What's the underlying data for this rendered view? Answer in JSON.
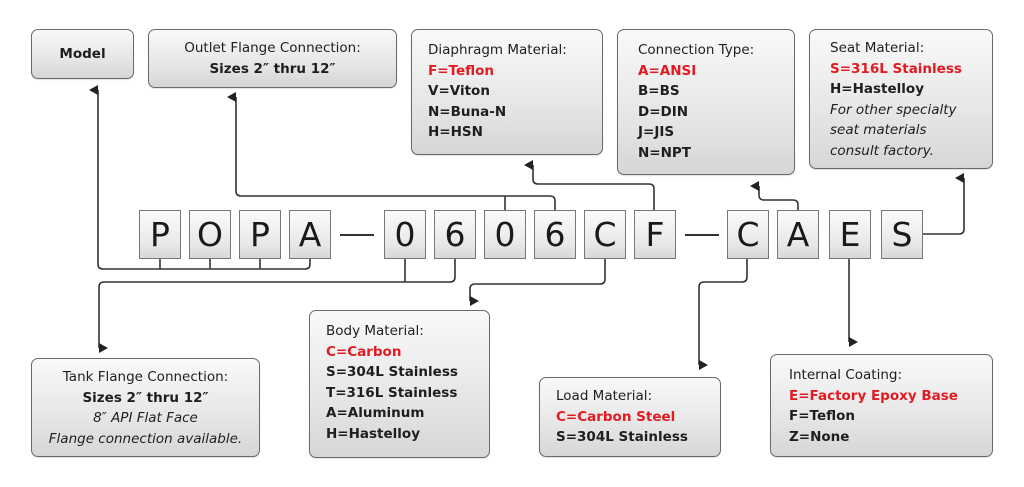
{
  "diagram": {
    "model_code": {
      "segments": [
        {
          "letters": [
            "P",
            "O",
            "P",
            "A"
          ]
        },
        {
          "letters": [
            "0",
            "6",
            "0",
            "6",
            "C",
            "F"
          ]
        },
        {
          "letters": [
            "C",
            "A",
            "E",
            "S"
          ]
        }
      ],
      "separator": "—"
    },
    "boxes": {
      "model": {
        "title": "Model"
      },
      "outlet": {
        "title": "Outlet Flange Connection:",
        "subtitle": "Sizes 2″ thru 12″"
      },
      "diaphragm": {
        "title": "Diaphragm Material:",
        "options": [
          {
            "text": "F=Teflon",
            "selected": true
          },
          {
            "text": "V=Viton",
            "selected": false
          },
          {
            "text": "N=Buna-N",
            "selected": false
          },
          {
            "text": "H=HSN",
            "selected": false
          }
        ]
      },
      "connection": {
        "title": "Connection Type:",
        "options": [
          {
            "text": "A=ANSI",
            "selected": true
          },
          {
            "text": "B=BS",
            "selected": false
          },
          {
            "text": "D=DIN",
            "selected": false
          },
          {
            "text": "J=JIS",
            "selected": false
          },
          {
            "text": "N=NPT",
            "selected": false
          }
        ]
      },
      "seat": {
        "title": "Seat Material:",
        "options": [
          {
            "text": "S=316L Stainless",
            "selected": true
          },
          {
            "text": "H=Hastelloy",
            "selected": false
          }
        ],
        "note": [
          "For other specialty",
          "seat materials",
          "consult factory."
        ]
      },
      "tank": {
        "title": "Tank Flange Connection:",
        "subtitle": "Sizes 2″ thru 12″",
        "note": [
          "8″ API Flat Face",
          "Flange connection available."
        ]
      },
      "body": {
        "title": "Body Material:",
        "options": [
          {
            "text": "C=Carbon",
            "selected": true
          },
          {
            "text": "S=304L Stainless",
            "selected": false
          },
          {
            "text": "T=316L Stainless",
            "selected": false
          },
          {
            "text": "A=Aluminum",
            "selected": false
          },
          {
            "text": "H=Hastelloy",
            "selected": false
          }
        ]
      },
      "load": {
        "title": "Load Material:",
        "options": [
          {
            "text": "C=Carbon Steel",
            "selected": true
          },
          {
            "text": "S=304L Stainless",
            "selected": false
          }
        ]
      },
      "coating": {
        "title": "Internal Coating:",
        "options": [
          {
            "text": "E=Factory Epoxy Base",
            "selected": true
          },
          {
            "text": "F=Teflon",
            "selected": false
          },
          {
            "text": "Z=None",
            "selected": false
          }
        ]
      }
    },
    "colors": {
      "selected": "#e21b23",
      "line": "#333333",
      "text": "#1e1e1e"
    }
  }
}
